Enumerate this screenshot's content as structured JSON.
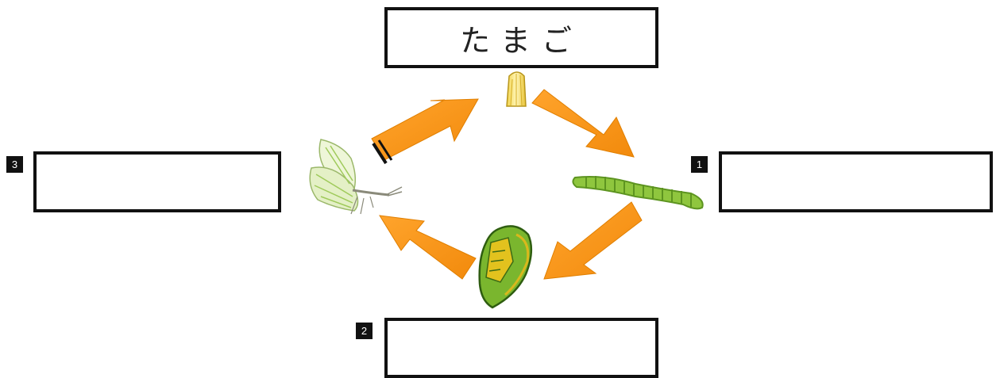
{
  "stages": {
    "egg": {
      "label": "たまご"
    },
    "larva": {
      "label": "",
      "number": "1"
    },
    "pupa": {
      "label": "",
      "number": "2"
    },
    "adult": {
      "label": "",
      "number": "3"
    }
  },
  "colors": {
    "arrow": "#f7931e",
    "arrow_edge": "#c86f00",
    "box_border": "#111111",
    "badge_bg": "#111111"
  },
  "icons": [
    "egg-icon",
    "caterpillar-icon",
    "chrysalis-icon",
    "butterfly-icon"
  ]
}
